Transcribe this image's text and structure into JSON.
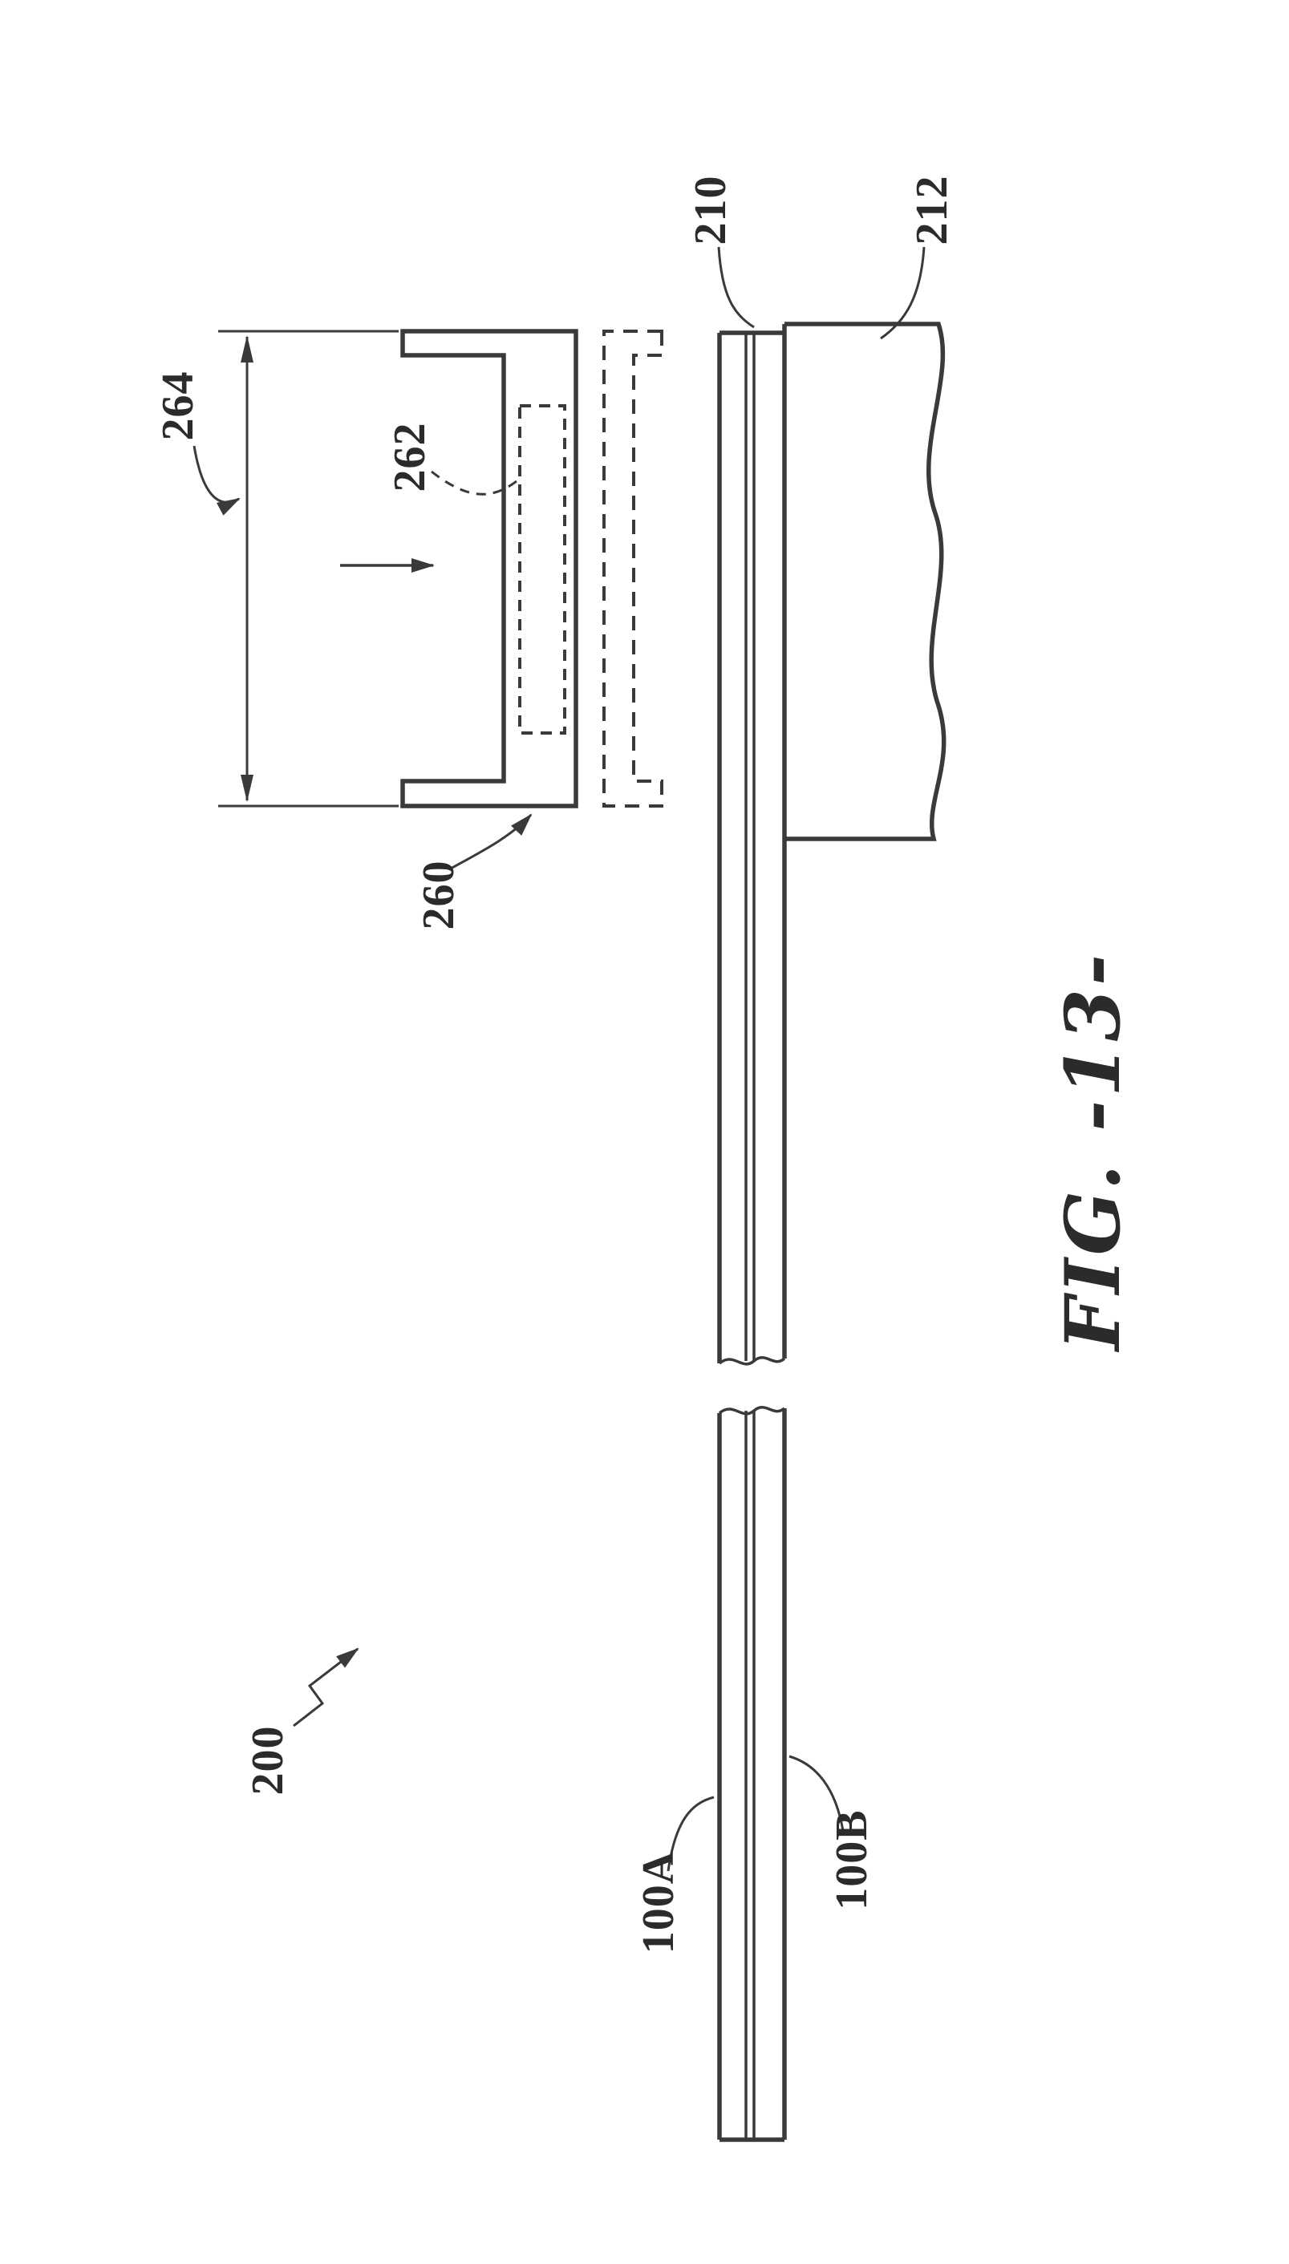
{
  "figure": {
    "title": "FIG. -13-",
    "labels": {
      "n264": "264",
      "n262": "262",
      "n260": "260",
      "n210": "210",
      "n212": "212",
      "n200": "200",
      "n100a": "100A",
      "n100b": "100B"
    },
    "colors": {
      "line": "#3a3a3a",
      "text": "#2b2b2b",
      "background": "#ffffff"
    }
  }
}
